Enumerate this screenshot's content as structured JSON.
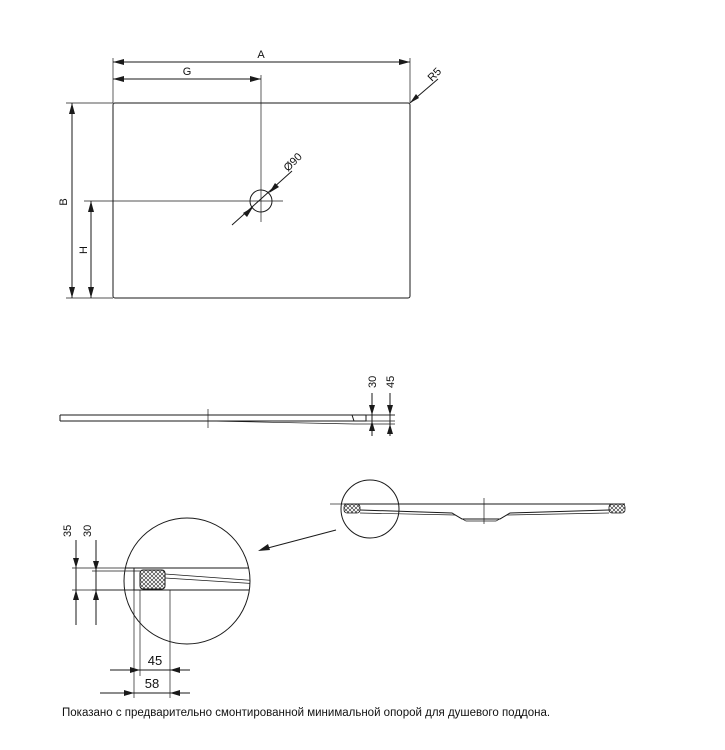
{
  "labels": {
    "A": "A",
    "G": "G",
    "R5": "R5",
    "B": "B",
    "H": "H",
    "diameter": "Ø90",
    "side_30": "30",
    "side_45": "45",
    "detail_35": "35",
    "detail_30": "30",
    "detail_45": "45",
    "detail_58": "58"
  },
  "caption": "Показано с предварительно смонтированной минимальной опорой для душевого поддона."
}
